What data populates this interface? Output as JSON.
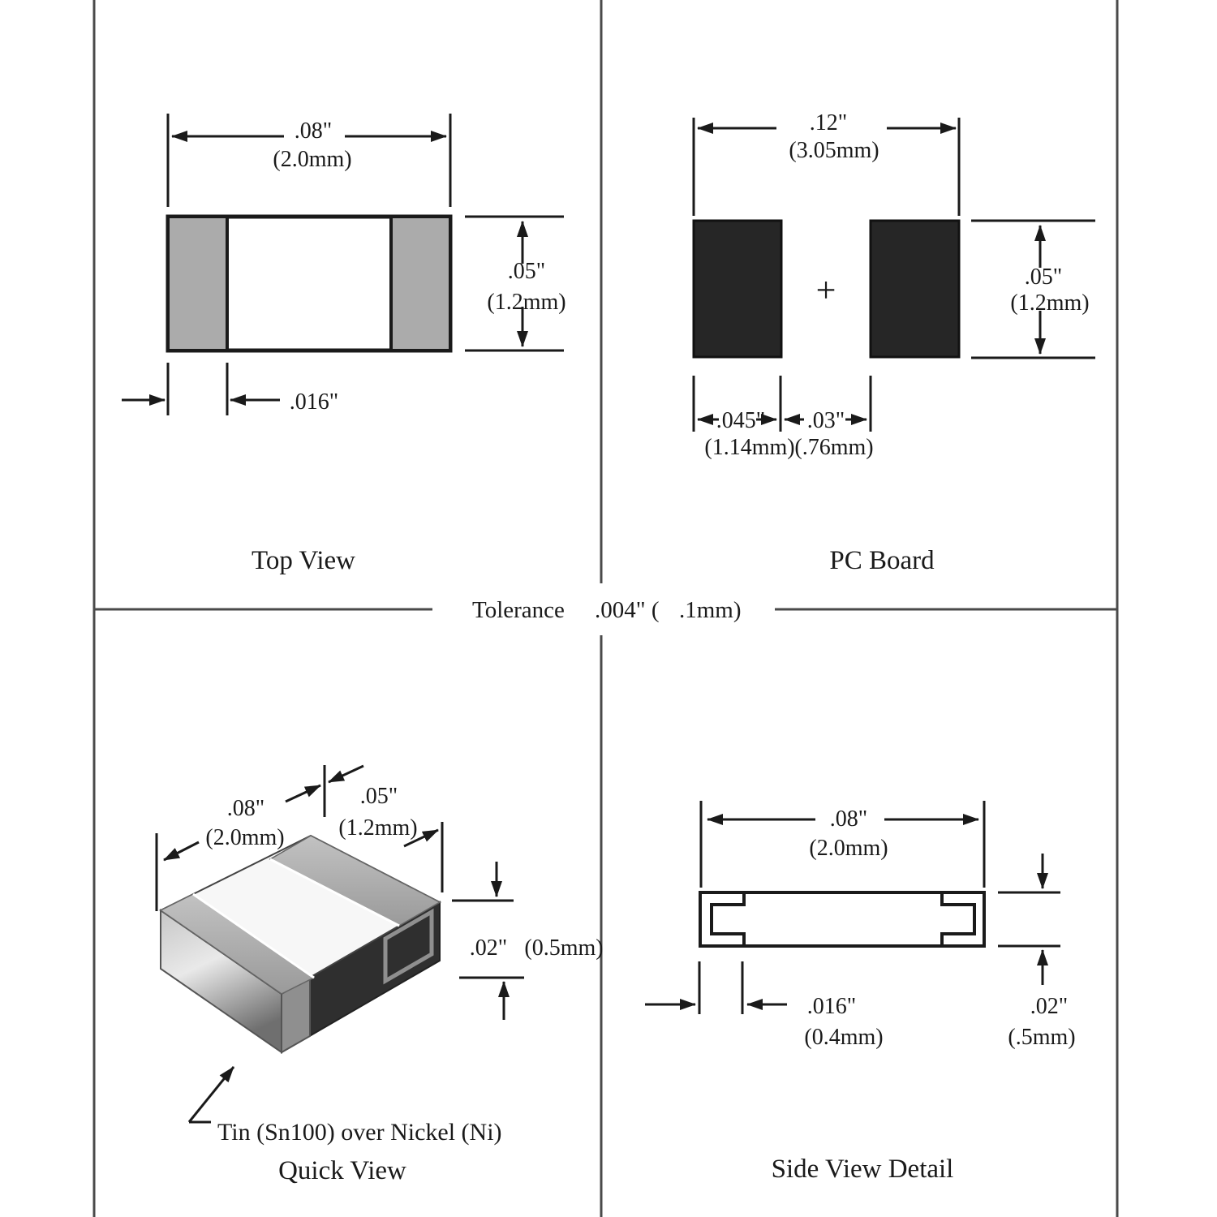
{
  "tolerance": {
    "label": "Tolerance",
    "value_in": ".004\" (",
    "value_mm": ".1mm)"
  },
  "top_view": {
    "title": "Top View",
    "dims": {
      "width_in": ".08\"",
      "width_mm": "(2.0mm)",
      "height_in": ".05\"",
      "height_mm": "(1.2mm)",
      "cap_in": ".016\""
    }
  },
  "pc_board": {
    "title": "PC Board",
    "plus_marker": "+",
    "dims": {
      "span_in": ".12\"",
      "span_mm": "(3.05mm)",
      "height_in": ".05\"",
      "height_mm": "(1.2mm)",
      "pad_in": ".045\"",
      "pad_mm": "(1.14mm)",
      "gap_in": ".03\"",
      "gap_mm": "(.76mm)"
    }
  },
  "quick_view": {
    "title": "Quick View",
    "note": "Tin (Sn100) over Nickel (Ni)",
    "dims": {
      "length_in": ".08\"",
      "length_mm": "(2.0mm)",
      "width_in": ".05\"",
      "width_mm": "(1.2mm)",
      "height_in": ".02\"",
      "height_mm": "(0.5mm)"
    }
  },
  "side_view": {
    "title": "Side View Detail",
    "dims": {
      "length_in": ".08\"",
      "length_mm": "(2.0mm)",
      "term_in": ".016\"",
      "term_mm": "(0.4mm)",
      "height_in": ".02\"",
      "height_mm": "(.5mm)"
    }
  },
  "colors": {
    "line": "#1a1a1a",
    "cap_gray": "#ababab",
    "pad_black": "#262626",
    "body_white": "#ffffff",
    "shadow_dark": "#2f2f2f"
  }
}
